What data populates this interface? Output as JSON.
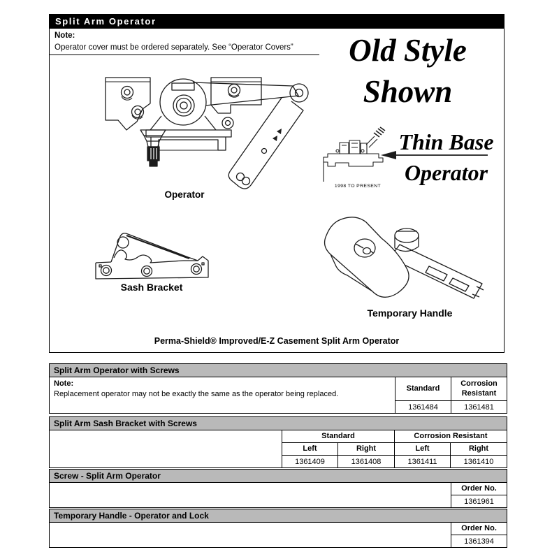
{
  "title_bar": "Split Arm Operator",
  "note": {
    "label": "Note:",
    "text": "Operator cover must be ordered separately. See “Operator Covers”"
  },
  "diagram": {
    "old_style_line1": "Old Style",
    "old_style_line2": "Shown",
    "thin_base_line1": "Thin Base",
    "thin_base_line2": "Operator",
    "era_caption": "1998 TO PRESENT",
    "operator_label": "Operator",
    "sash_bracket_label": "Sash Bracket",
    "temporary_handle_label": "Temporary Handle",
    "caption": "Perma-Shield® Improved/E-Z Casement Split Arm Operator"
  },
  "tables": [
    {
      "header": "Split Arm Operator with Screws",
      "note_label": "Note:",
      "note_text": "Replacement operator may not be exactly the same as the operator being replaced.",
      "col1": "Standard",
      "col2": "Corrosion Resistant",
      "val1": "1361484",
      "val2": "1361481"
    },
    {
      "header": "Split Arm Sash Bracket with Screws",
      "group1": "Standard",
      "group2": "Corrosion Resistant",
      "c1": "Left",
      "c2": "Right",
      "c3": "Left",
      "c4": "Right",
      "v1": "1361409",
      "v2": "1361408",
      "v3": "1361411",
      "v4": "1361410"
    },
    {
      "header": "Screw - Split Arm Operator",
      "order_label": "Order No.",
      "order_no": "1361961"
    },
    {
      "header": "Temporary Handle - Operator and Lock",
      "order_label": "Order No.",
      "order_no": "1361394"
    }
  ],
  "colors": {
    "table_header_bg": "#b9b9b9",
    "title_bar_bg": "#000000"
  }
}
